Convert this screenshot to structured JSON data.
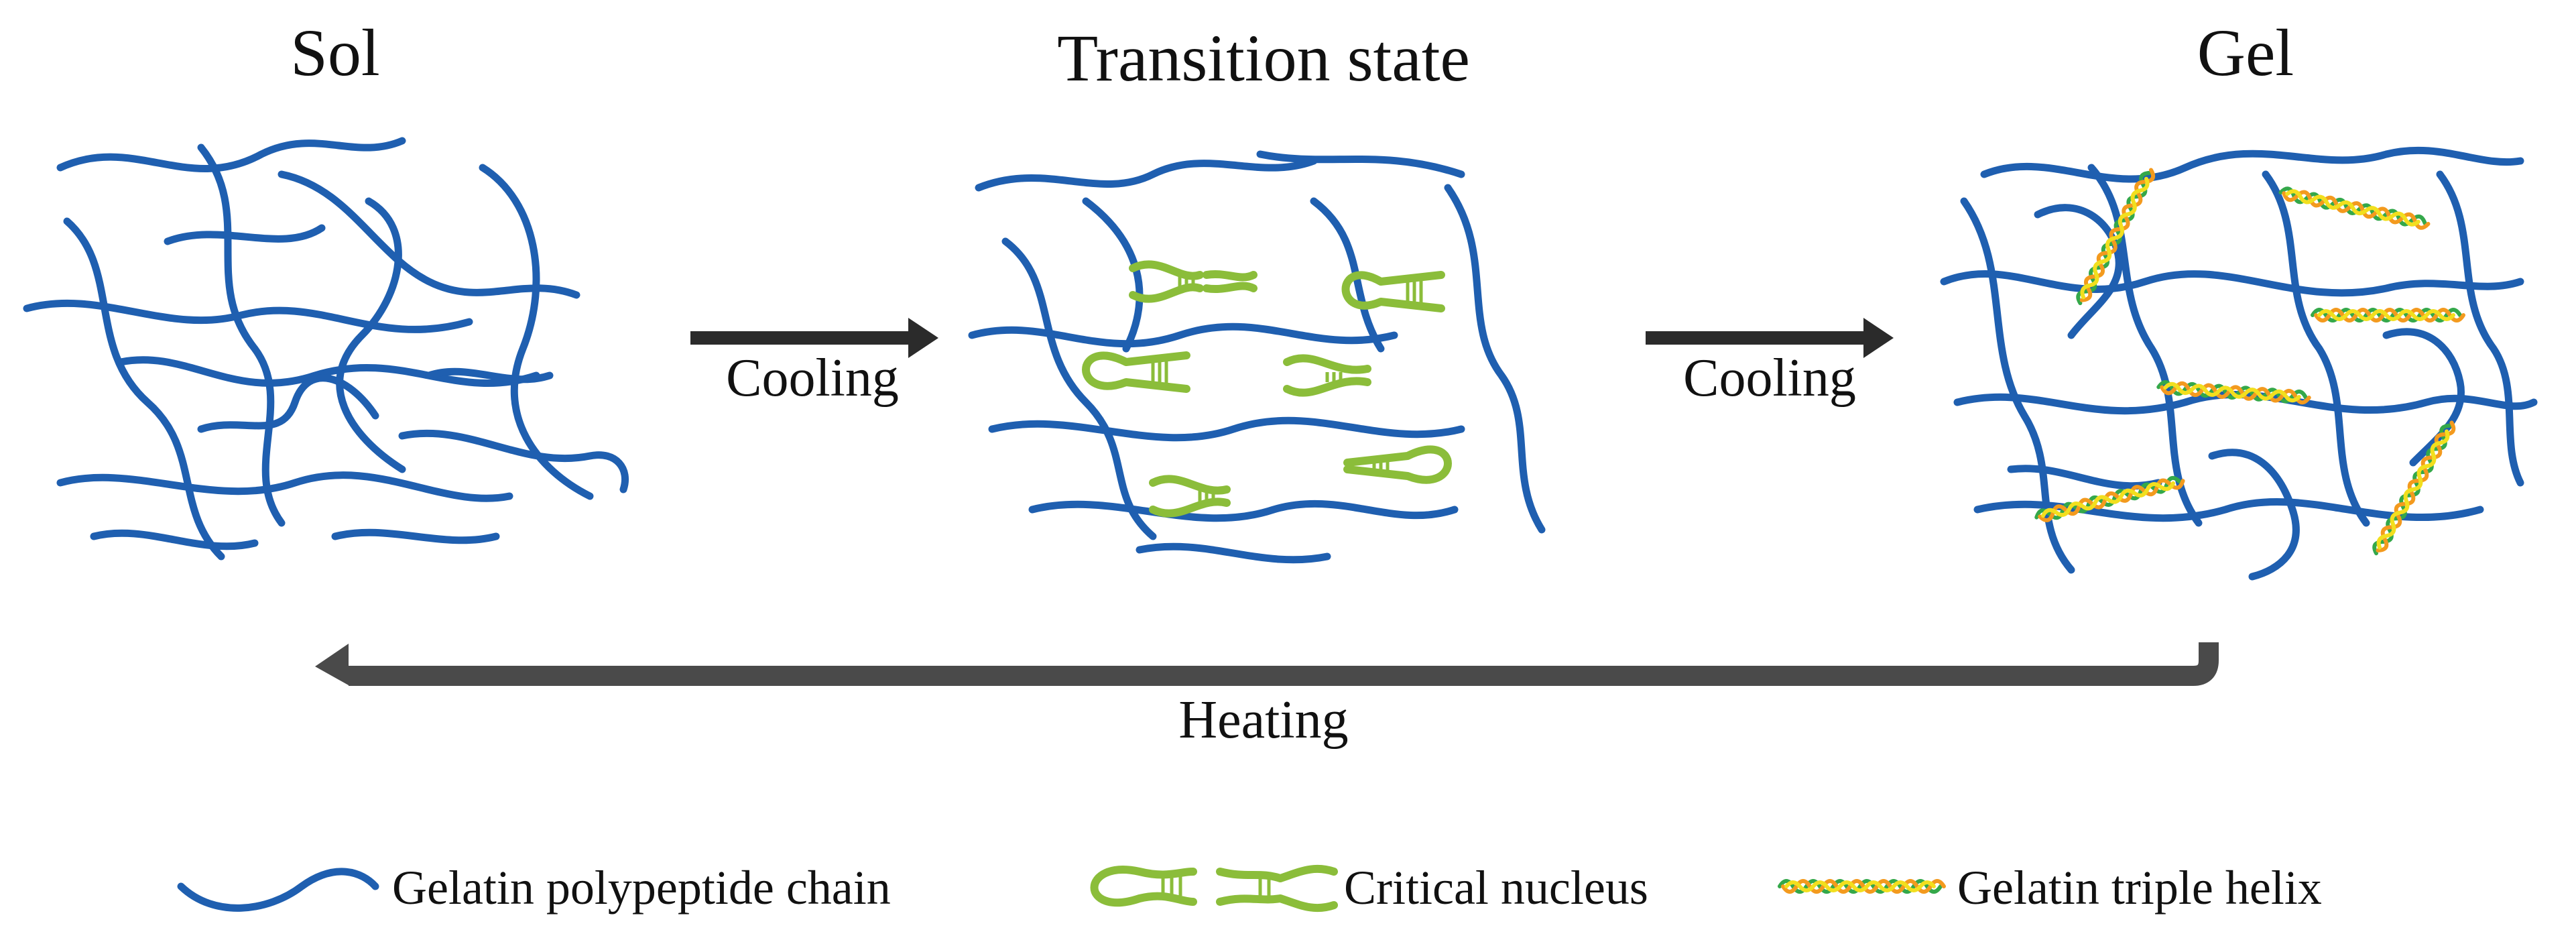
{
  "titles": {
    "sol": "Sol",
    "transition": "Transition state",
    "gel": "Gel"
  },
  "arrows": {
    "cooling_1": "Cooling",
    "cooling_2": "Cooling",
    "heating": "Heating"
  },
  "legend": {
    "chain": "Gelatin polypeptide chain",
    "nucleus": "Critical nucleus",
    "helix": "Gelatin triple helix"
  },
  "colors": {
    "chain": "#1f5fb0",
    "nucleus": "#8bbd3a",
    "helix_green": "#34a84a",
    "helix_orange": "#f39a1e",
    "helix_yellow": "#f2df1e",
    "arrow_dark": "#2b2b2b",
    "arrow_gray": "#4a4a4a"
  }
}
